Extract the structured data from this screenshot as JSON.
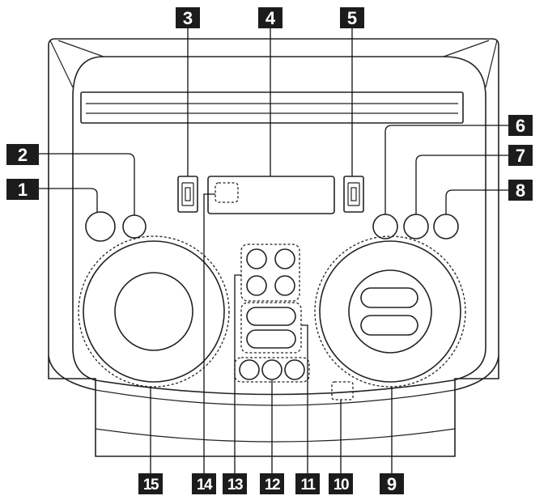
{
  "callouts": [
    "1",
    "2",
    "3",
    "4",
    "5",
    "6",
    "7",
    "8",
    "9",
    "10",
    "11",
    "12",
    "13",
    "14",
    "15"
  ],
  "colors": {
    "line": "#222222",
    "tag_background": "#1c1c1c",
    "tag_text": "#ffffff",
    "background": "#ffffff"
  },
  "icons": {
    "usb_port": "usb-port-icon"
  }
}
